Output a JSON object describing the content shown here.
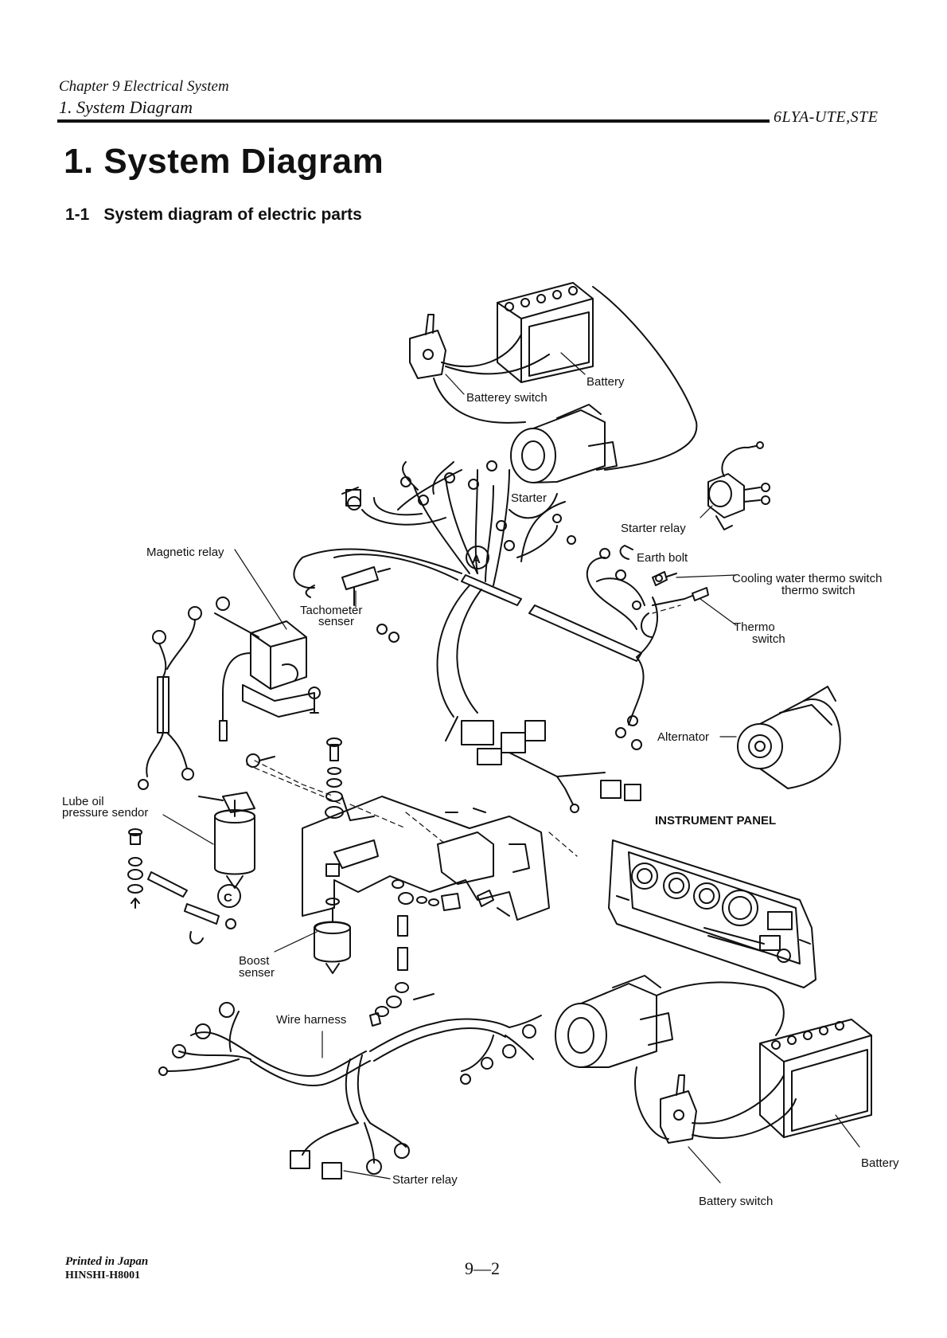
{
  "header": {
    "chapter": "Chapter 9 Electrical System",
    "section": "1. System Diagram",
    "model": "6LYA-UTE,STE"
  },
  "page_title": "1. System Diagram",
  "subtitle": {
    "number": "1-1",
    "text": "System diagram of electric parts"
  },
  "labels": {
    "battery_top": "Battery",
    "battery_switch_top": "Batterey switch",
    "starter": "Starter",
    "starter_relay_top": "Starter relay",
    "earth_bolt": "Earth bolt",
    "cooling_water_thermo_switch": "Cooling water thermo switch",
    "cooling_thermo_switch_line2": "thermo switch",
    "thermo_switch_1": "Thermo",
    "thermo_switch_2": "switch",
    "magnetic_relay": "Magnetic relay",
    "tachometer_1": "Tachometer",
    "tachometer_2": "senser",
    "marker_a": "A",
    "marker_c": "C",
    "alternator": "Alternator",
    "lube_oil_1": "Lube oil",
    "lube_oil_2": "pressure sendor",
    "instrument_panel": "INSTRUMENT PANEL",
    "boost_1": "Boost",
    "boost_2": "senser",
    "wire_harness": "Wire harness",
    "starter_relay_bottom": "Starter relay",
    "battery_bottom": "Battery",
    "battery_switch_bottom": "Battery switch"
  },
  "footer": {
    "printed": "Printed in Japan",
    "code": "HINSHI-H8001",
    "page": "9—2"
  }
}
